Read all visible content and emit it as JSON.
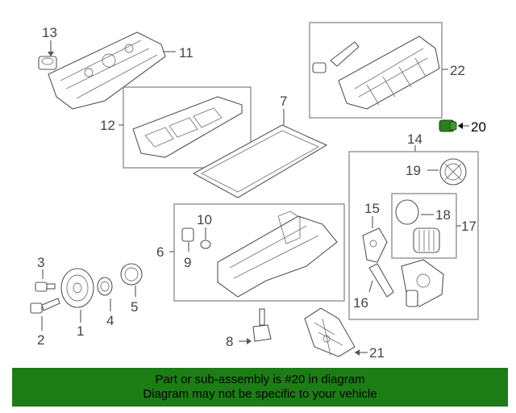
{
  "diagram": {
    "callouts": {
      "n1": "1",
      "n2": "2",
      "n3": "3",
      "n4": "4",
      "n5": "5",
      "n6": "6",
      "n7": "7",
      "n8": "8",
      "n9": "9",
      "n10": "10",
      "n11": "11",
      "n12": "12",
      "n13": "13",
      "n14": "14",
      "n15": "15",
      "n16": "16",
      "n17": "17",
      "n18": "18",
      "n19": "19",
      "n20": "20",
      "n21": "21",
      "n22": "22"
    },
    "highlight_color": "#2e7d1f"
  },
  "banner": {
    "line1": "Part or sub-assembly is #20 in diagram",
    "line2": "Diagram may not be specific to your vehicle",
    "background": "#1c7d14"
  }
}
